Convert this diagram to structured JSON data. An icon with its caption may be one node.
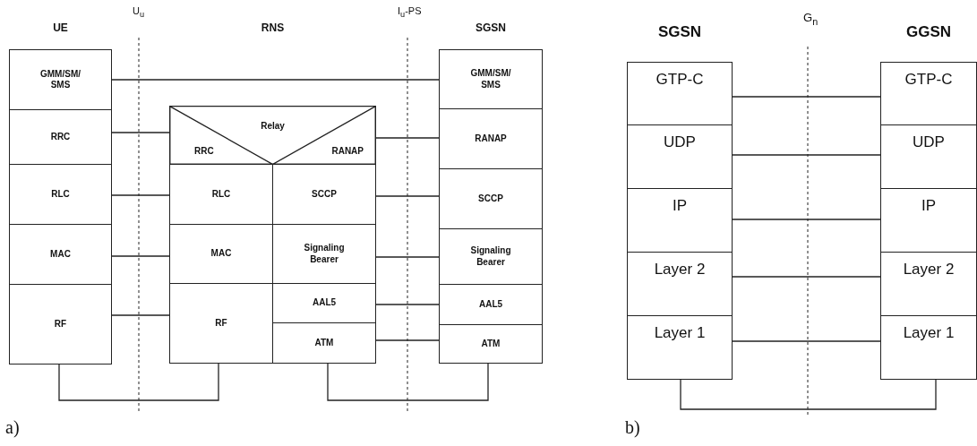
{
  "diagram": {
    "nodes": [
      {
        "text": [
          "UE"
        ]
      },
      {
        "text": [
          "GMM/SM/SMS"
        ],
        "in": 0
      },
      {
        "text": [
          "RRC"
        ],
        "in": 0
      },
      {
        "text": [
          "RLC"
        ],
        "in": 0
      },
      {
        "text": [
          "MAC"
        ],
        "in": 0
      },
      {
        "text": [
          "RF"
        ],
        "in": 0
      },
      {
        "text": [
          "RNS"
        ]
      },
      {
        "text": [
          "Relay"
        ],
        "in": 6
      },
      {
        "text": [
          "RRC"
        ],
        "in": 7
      },
      {
        "text": [
          "RANAP"
        ],
        "in": 7
      },
      {
        "text": [
          "RLC"
        ],
        "in": 6
      },
      {
        "text": [
          "SCCP"
        ],
        "in": 6
      },
      {
        "text": [
          "MAC"
        ],
        "in": 6
      },
      {
        "text": [
          "Signaling Bearer"
        ],
        "in": 6
      },
      {
        "text": [
          "RF"
        ],
        "in": 6
      },
      {
        "text": [
          "AAL5"
        ],
        "in": 6
      },
      {
        "text": [
          "ATM"
        ],
        "in": 6
      },
      {
        "text": [
          "SGSN"
        ]
      },
      {
        "text": [
          "GMM/SM/SMS"
        ],
        "in": 17
      },
      {
        "text": [
          "RANAP"
        ],
        "in": 17
      },
      {
        "text": [
          "SCCP"
        ],
        "in": 17
      },
      {
        "text": [
          "Signaling Bearer"
        ],
        "in": 17
      },
      {
        "text": [
          "AAL5"
        ],
        "in": 17
      },
      {
        "text": [
          "ATM"
        ],
        "in": 17
      },
      {
        "text": [
          "SGSN"
        ]
      },
      {
        "text": [
          "GTP-C"
        ],
        "in": 24
      },
      {
        "text": [
          "UDP"
        ],
        "in": 24
      },
      {
        "text": [
          "IP"
        ],
        "in": 24
      },
      {
        "text": [
          "Layer 2"
        ],
        "in": 24
      },
      {
        "text": [
          "Layer 1"
        ],
        "in": 24
      },
      {
        "text": [
          "GGSN"
        ]
      },
      {
        "text": [
          "GTP-C"
        ],
        "in": 30
      },
      {
        "text": [
          "UDP"
        ],
        "in": 30
      },
      {
        "text": [
          "IP"
        ],
        "in": 30
      },
      {
        "text": [
          "Layer 2"
        ],
        "in": 30
      },
      {
        "text": [
          "Layer 1"
        ],
        "in": 30
      }
    ],
    "edges": [
      {
        "from": 1,
        "to": 18,
        "arrow": "none"
      },
      {
        "from": 2,
        "to": 8,
        "arrow": "none"
      },
      {
        "from": 3,
        "to": 10,
        "arrow": "none"
      },
      {
        "from": 4,
        "to": 12,
        "arrow": "none"
      },
      {
        "from": 5,
        "to": 14,
        "arrow": "none"
      },
      {
        "from": 5,
        "to": 14,
        "arrow": "none"
      },
      {
        "from": 9,
        "to": 19,
        "arrow": "none"
      },
      {
        "from": 11,
        "to": 20,
        "arrow": "none"
      },
      {
        "from": 13,
        "to": 21,
        "arrow": "none"
      },
      {
        "from": 15,
        "to": 22,
        "arrow": "none"
      },
      {
        "from": 16,
        "to": 23,
        "arrow": "none"
      },
      {
        "from": 16,
        "to": 23,
        "arrow": "none"
      },
      {
        "from": 25,
        "to": 31,
        "arrow": "none"
      },
      {
        "from": 26,
        "to": 32,
        "arrow": "none"
      },
      {
        "from": 27,
        "to": 33,
        "arrow": "none"
      },
      {
        "from": 28,
        "to": 34,
        "arrow": "none"
      },
      {
        "from": 29,
        "to": 35,
        "arrow": "none"
      },
      {
        "from": 29,
        "to": 35,
        "arrow": "none"
      }
    ],
    "labels": [
      "U$_{u}$",
      "I$_{u}$-PS",
      "G$_{n}$",
      "a)",
      "b)"
    ]
  }
}
